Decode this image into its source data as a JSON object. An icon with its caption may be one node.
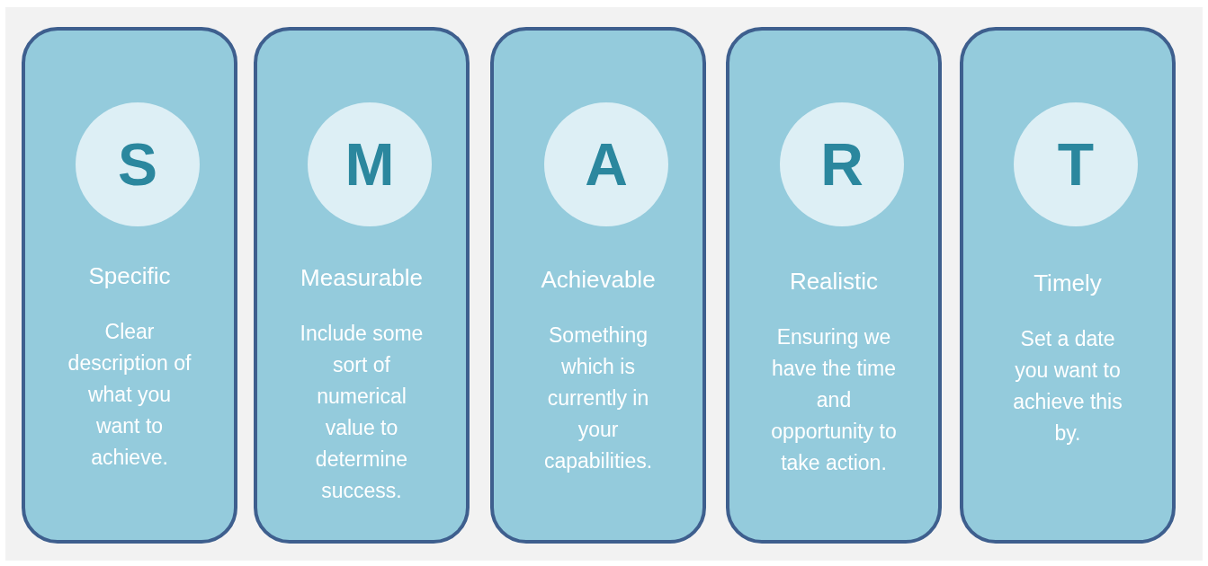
{
  "diagram": {
    "nodes": [
      {
        "text": [
          "Specific",
          "Clear description of what you want to achieve."
        ]
      },
      {
        "text": [
          "S"
        ],
        "in": 0
      },
      {
        "text": [
          "Measurable",
          "Include some sort of numerical value to determine success."
        ]
      },
      {
        "text": [
          "M"
        ],
        "in": 2
      },
      {
        "text": [
          "Achievable",
          "Something which is currently in your capabilities."
        ]
      },
      {
        "text": [
          "A"
        ],
        "in": 4
      },
      {
        "text": [
          "Realistic",
          "Ensuring we have the time and opportunity to take action."
        ]
      },
      {
        "text": [
          "R"
        ],
        "in": 6
      },
      {
        "text": [
          "Timely",
          "Set a date you want to achieve this by."
        ]
      },
      {
        "text": [
          "T"
        ],
        "in": 8
      }
    ],
    "edges": []
  }
}
